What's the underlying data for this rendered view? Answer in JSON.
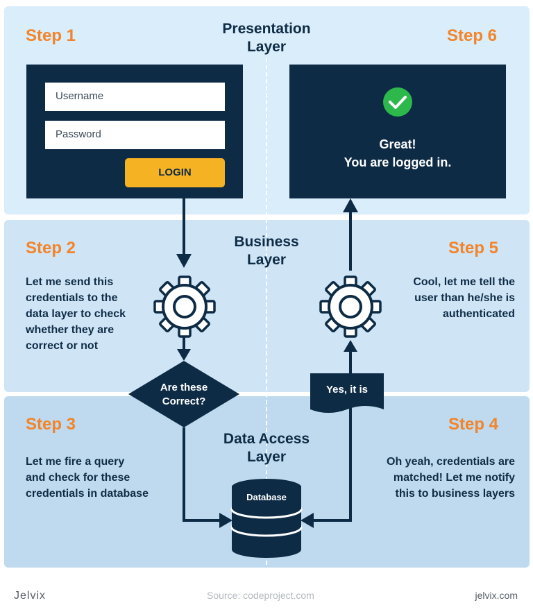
{
  "layers": {
    "presentation": [
      "Presentation",
      "Layer"
    ],
    "business": [
      "Business",
      "Layer"
    ],
    "data_access": [
      "Data Access",
      "Layer"
    ]
  },
  "steps": {
    "step1": "Step 1",
    "step2": "Step 2",
    "step3": "Step 3",
    "step4": "Step 4",
    "step5": "Step 5",
    "step6": "Step 6"
  },
  "login_form": {
    "username_placeholder": "Username",
    "password_placeholder": "Password",
    "login_label": "LOGIN"
  },
  "success": {
    "line1": "Great!",
    "line2": "You are logged in."
  },
  "descriptions": {
    "step2": [
      "Let me send this",
      "credentials to the",
      "data layer to check",
      "whether they are",
      "correct or not"
    ],
    "step3": [
      "Let me fire a query",
      "and check for these",
      "credentials in database"
    ],
    "step4": [
      "Oh yeah, credentials are",
      "matched! Let me notify",
      "this to business layers"
    ],
    "step5": [
      "Cool, let me tell the",
      "user than he/she is",
      "authenticated"
    ]
  },
  "decision": [
    "Are these",
    "Correct?"
  ],
  "flag_label": "Yes, it is",
  "database_label": "Database",
  "footer": {
    "brand": "Jelvix",
    "source": "Source: codeproject.com",
    "site": "jelvix.com"
  },
  "colors": {
    "navy": "#0d2b45",
    "orange": "#f2842a",
    "yellow": "#f5b223",
    "green": "#2db84c",
    "band_presentation": "#daedfa",
    "band_business": "#cfe5f6",
    "band_data": "#bfdaee"
  },
  "icons": [
    "check-icon",
    "gear-icon",
    "database-icon",
    "arrow-icon"
  ]
}
